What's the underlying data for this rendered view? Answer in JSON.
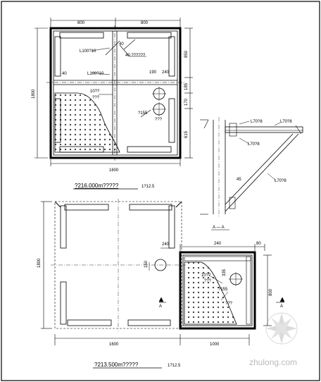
{
  "plan_top": {
    "title": "?216.000m?????",
    "scale": "1?12.5",
    "dims": {
      "top_left": "800",
      "top_right": "800",
      "bottom": "1600",
      "left": "1800",
      "right_1": "850",
      "right_2": "185",
      "right_3": "170",
      "right_4": "615"
    },
    "labels": {
      "angle_a": "L100?10",
      "angle_b": "L100?10",
      "dim_40_a": "40",
      "dim_40_b": "40",
      "note_top": "40 ??????",
      "dim_190": "190",
      "dim_240": "240",
      "note_mid_1": "10??",
      "note_mid_2": "???",
      "diam": "?155",
      "note_diam": "???"
    }
  },
  "section_aa": {
    "title": "A — A",
    "labels": {
      "l1": "L70?8",
      "l2": "L70?8",
      "l3": "L70?8",
      "l4": "L70?8",
      "d45": "45"
    }
  },
  "plan_bottom": {
    "title": "?213.500m?????",
    "scale": "1?12.5",
    "dims": {
      "left": "1800",
      "bottom_1": "1600",
      "bottom_2": "1000",
      "right_top": "240",
      "right_gap": "80",
      "right_side": "800"
    },
    "labels": {
      "dim_240": "240",
      "dim_150": "150",
      "dim_335": "335",
      "diam": "?155",
      "note_1": "10??",
      "note_2": "???",
      "note_3": "???",
      "marker_a1": "A",
      "marker_a2": "A"
    }
  },
  "watermark": "zhulong.com"
}
